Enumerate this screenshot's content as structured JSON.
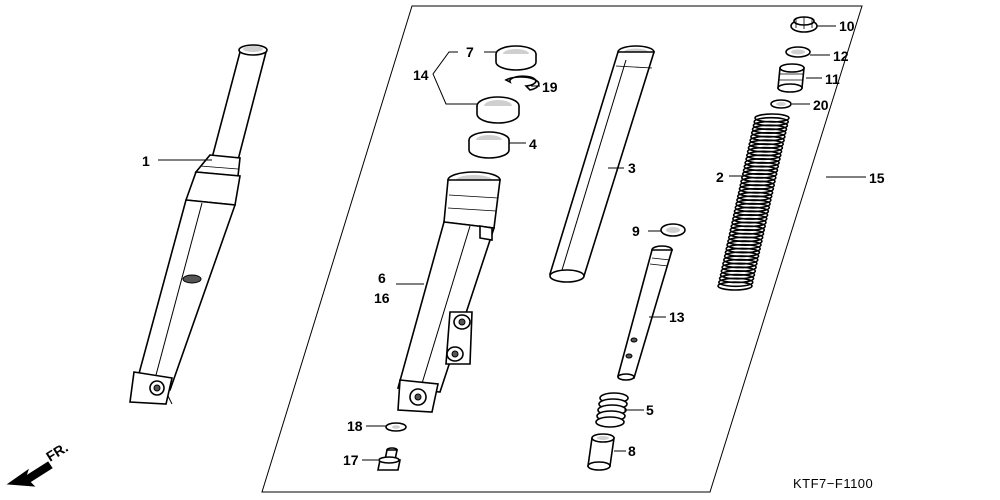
{
  "diagram_code": "KTF7−F1100",
  "direction_label": "FR.",
  "colors": {
    "ink": "#000000",
    "paper": "#ffffff",
    "shade": "#cfcfcf"
  },
  "callouts": {
    "c1": "1",
    "c2": "2",
    "c3": "3",
    "c4": "4",
    "c5": "5",
    "c6": "6",
    "c7": "7",
    "c8": "8",
    "c9": "9",
    "c10": "10",
    "c11": "11",
    "c12": "12",
    "c13": "13",
    "c14": "14",
    "c15": "15",
    "c16": "16",
    "c17": "17",
    "c18": "18",
    "c19": "19",
    "c20": "20"
  }
}
